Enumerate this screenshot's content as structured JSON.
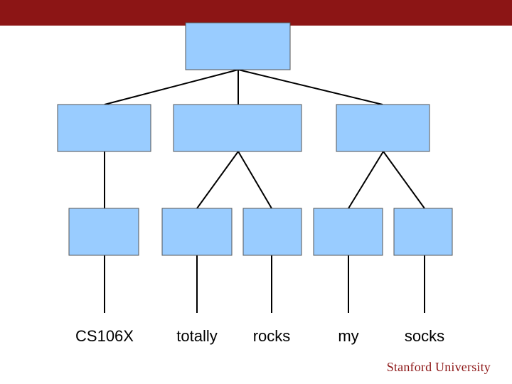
{
  "theme": {
    "top_bar_color": "#8c1515",
    "node_fill": "#99ccff",
    "node_stroke": "#555555",
    "edge_color": "#000000"
  },
  "tree": {
    "root": {
      "label": ""
    },
    "level1": [
      {
        "label": ""
      },
      {
        "label": ""
      },
      {
        "label": ""
      }
    ],
    "level2": [
      {
        "label": ""
      },
      {
        "label": ""
      },
      {
        "label": ""
      },
      {
        "label": ""
      },
      {
        "label": ""
      }
    ]
  },
  "leaves": [
    "CS106X",
    "totally",
    "rocks",
    "my",
    "socks"
  ],
  "footer": {
    "logo_text": "Stanford University"
  }
}
